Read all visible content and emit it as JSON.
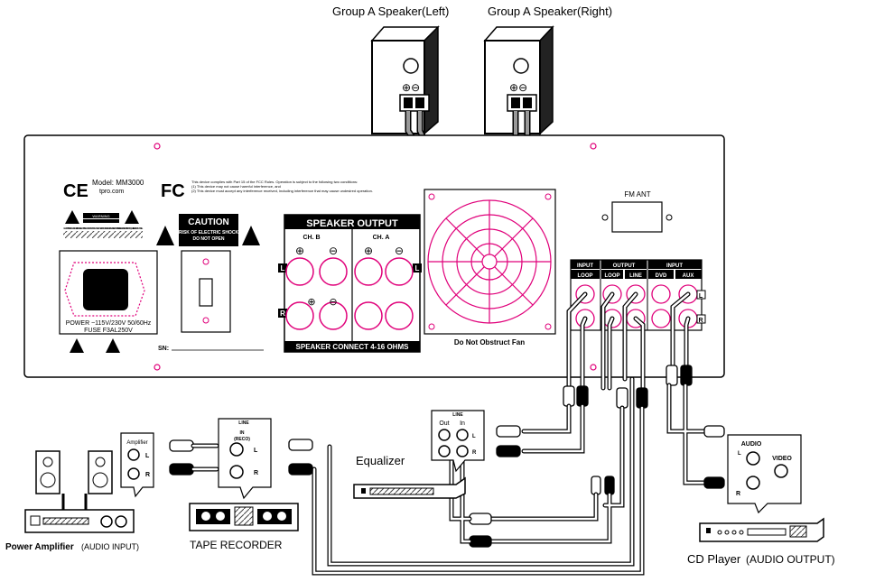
{
  "speakers": {
    "left_label": "Group A Speaker(Left)",
    "right_label": "Group A Speaker(Right)",
    "plus": "⊕",
    "minus": "⊖"
  },
  "panel": {
    "model": "Model: MM3000",
    "website": "tpro.com",
    "ce_mark": "CE",
    "fcc_mark": "FC",
    "fcc_line1": "This device complies with Part 15 of the FCC Rules. Operation is subject to the following two conditions:",
    "fcc_line2": "(1) This device may not cause harmful interference, and",
    "fcc_line3": "(2) This device must accept any interference received, including interference that may cause undesired operation.",
    "warning_title": "WARNING",
    "warning_text": "CAUTION: TO REDUCE THE RISK OF ELECTRIC SHOCK DO NOT REMOVE COVER. NO USER SERVICEABLE PARTS INSIDE. REFER SERVICING TO QUALIFIED PERSONNEL.",
    "caution_title": "CAUTION",
    "caution_line1": "RISK OF ELECTRIC SHOCK",
    "caution_line2": "DO NOT OPEN",
    "power_line1": "POWER ~115V/230V  50/60Hz",
    "power_line2": "FUSE F3AL250V",
    "sn_label": "SN:",
    "speaker_output_title": "SPEAKER OUTPUT",
    "ch_b": "CH. B",
    "ch_a": "CH. A",
    "row_l": "L",
    "row_r": "R",
    "speaker_connect": "SPEAKER CONNECT 4-16 OHMS",
    "fan_label": "Do Not Obstruct Fan",
    "fm_ant": "FM ANT",
    "rca_headers": {
      "input1": "INPUT",
      "output": "OUTPUT",
      "input2": "INPUT",
      "loop1": "LOOP",
      "loop2": "LOOP",
      "line": "LINE",
      "dvd": "DVD",
      "aux": "AUX"
    }
  },
  "devices": {
    "equalizer": "Equalizer",
    "eq_line": "LINE",
    "eq_out": "Out",
    "eq_in": "In",
    "power_amp_bold": "Power Amplifier",
    "power_amp_rest": " (AUDIO INPUT)",
    "amp_input_label": "Amplifier",
    "tape_recorder": "TAPE RECORDER",
    "tape_line": "LINE",
    "tape_in": "IN",
    "tape_reco": "(RECO)",
    "cd_player": "CD Player",
    "cd_output": "  (AUDIO OUTPUT)",
    "cd_audio": "AUDIO",
    "cd_video": "VIDEO",
    "l": "L",
    "r": "R"
  },
  "colors": {
    "magenta": "#e0007a",
    "black": "#000000",
    "grey_cable": "#808080"
  }
}
